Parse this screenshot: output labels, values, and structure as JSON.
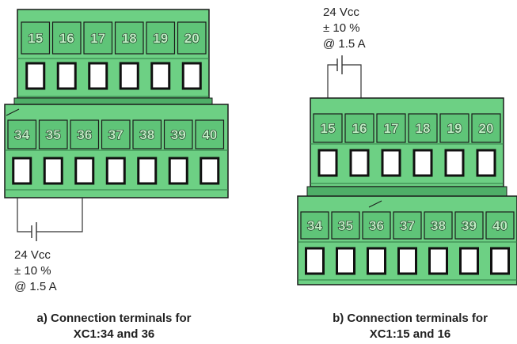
{
  "colors": {
    "terminal_fill": "#6dd084",
    "terminal_rail": "#4fae68",
    "outline": "#1a1a1a",
    "wire": "#333333"
  },
  "diagram_a": {
    "top_block_numbers": [
      "15",
      "16",
      "17",
      "18",
      "19",
      "20"
    ],
    "bottom_block_numbers": [
      "34",
      "35",
      "36",
      "37",
      "38",
      "39",
      "40"
    ],
    "supply": {
      "voltage": "24 Vcc",
      "tolerance": "± 10 %",
      "current": "@ 1.5 A"
    },
    "caption_line1": "a) Connection terminals for",
    "caption_line2": "XC1:34 and 36"
  },
  "diagram_b": {
    "top_block_numbers": [
      "15",
      "16",
      "17",
      "18",
      "19",
      "20"
    ],
    "bottom_block_numbers": [
      "34",
      "35",
      "36",
      "37",
      "38",
      "39",
      "40"
    ],
    "supply": {
      "voltage": "24 Vcc",
      "tolerance": "± 10 %",
      "current": "@ 1.5 A"
    },
    "caption_line1": "b) Connection terminals for",
    "caption_line2": "XC1:15 and 16"
  }
}
